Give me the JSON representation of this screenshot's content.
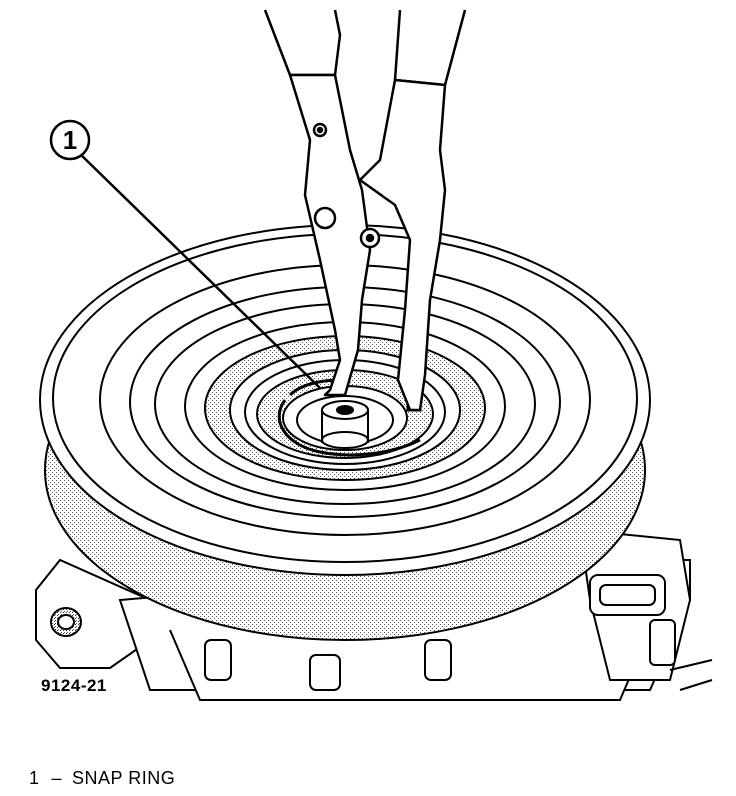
{
  "figure": {
    "number": "9124-21",
    "callout": "1"
  },
  "legend": {
    "items": [
      {
        "number": "1",
        "dash": "–",
        "label": "SNAP RING"
      }
    ]
  },
  "colors": {
    "line": "#000000",
    "background": "#ffffff",
    "shading": "#777777"
  }
}
